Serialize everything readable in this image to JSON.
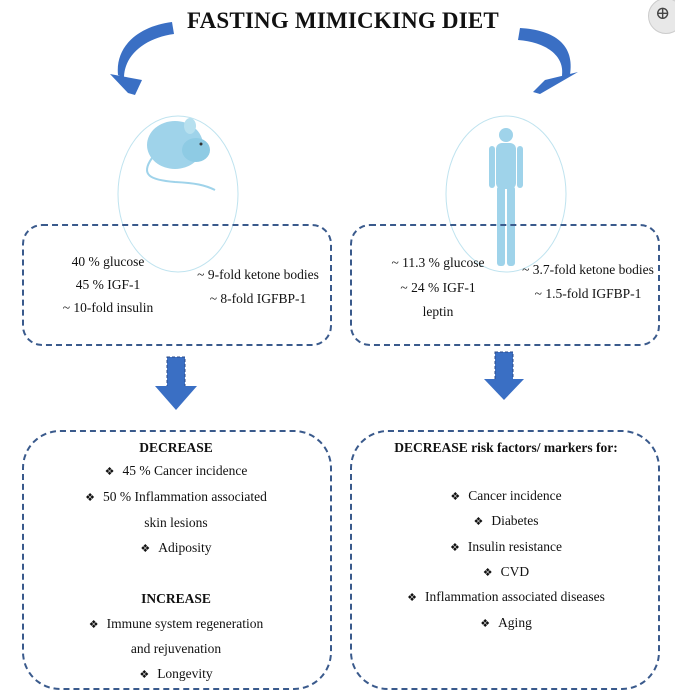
{
  "title": "FASTING MIMICKING DIET",
  "colors": {
    "arrow": "#3a6fc4",
    "dash": "#3a5a8c",
    "figure": "#9fd3ea"
  },
  "bullet": "❖",
  "icons": [
    "curved-arrow-icon",
    "mouse-icon",
    "human-icon",
    "down-arrow-icon",
    "zoom-in-icon"
  ],
  "mouse_markers": {
    "left": [
      "40 % glucose",
      "45 % IGF-1",
      "~ 10-fold insulin"
    ],
    "right": [
      "~ 9-fold ketone bodies",
      "~ 8-fold IGFBP-1"
    ]
  },
  "human_markers": {
    "left": [
      "~ 11.3 % glucose",
      "~ 24 % IGF-1",
      "leptin"
    ],
    "right": [
      "~ 3.7-fold ketone bodies",
      "~ 1.5-fold IGFBP-1"
    ]
  },
  "mouse_outcomes": {
    "decrease_heading": "DECREASE",
    "decrease": [
      "45 % Cancer incidence",
      "50 % Inflammation associated",
      "skin lesions",
      "Adiposity"
    ],
    "increase_heading": "INCREASE",
    "increase": [
      "Immune system regeneration",
      "and rejuvenation",
      "Longevity"
    ]
  },
  "human_outcomes": {
    "heading": "DECREASE risk factors/ markers for:",
    "items": [
      "Cancer incidence",
      "Diabetes",
      "Insulin resistance",
      "CVD",
      "Inflammation associated diseases",
      "Aging"
    ]
  }
}
